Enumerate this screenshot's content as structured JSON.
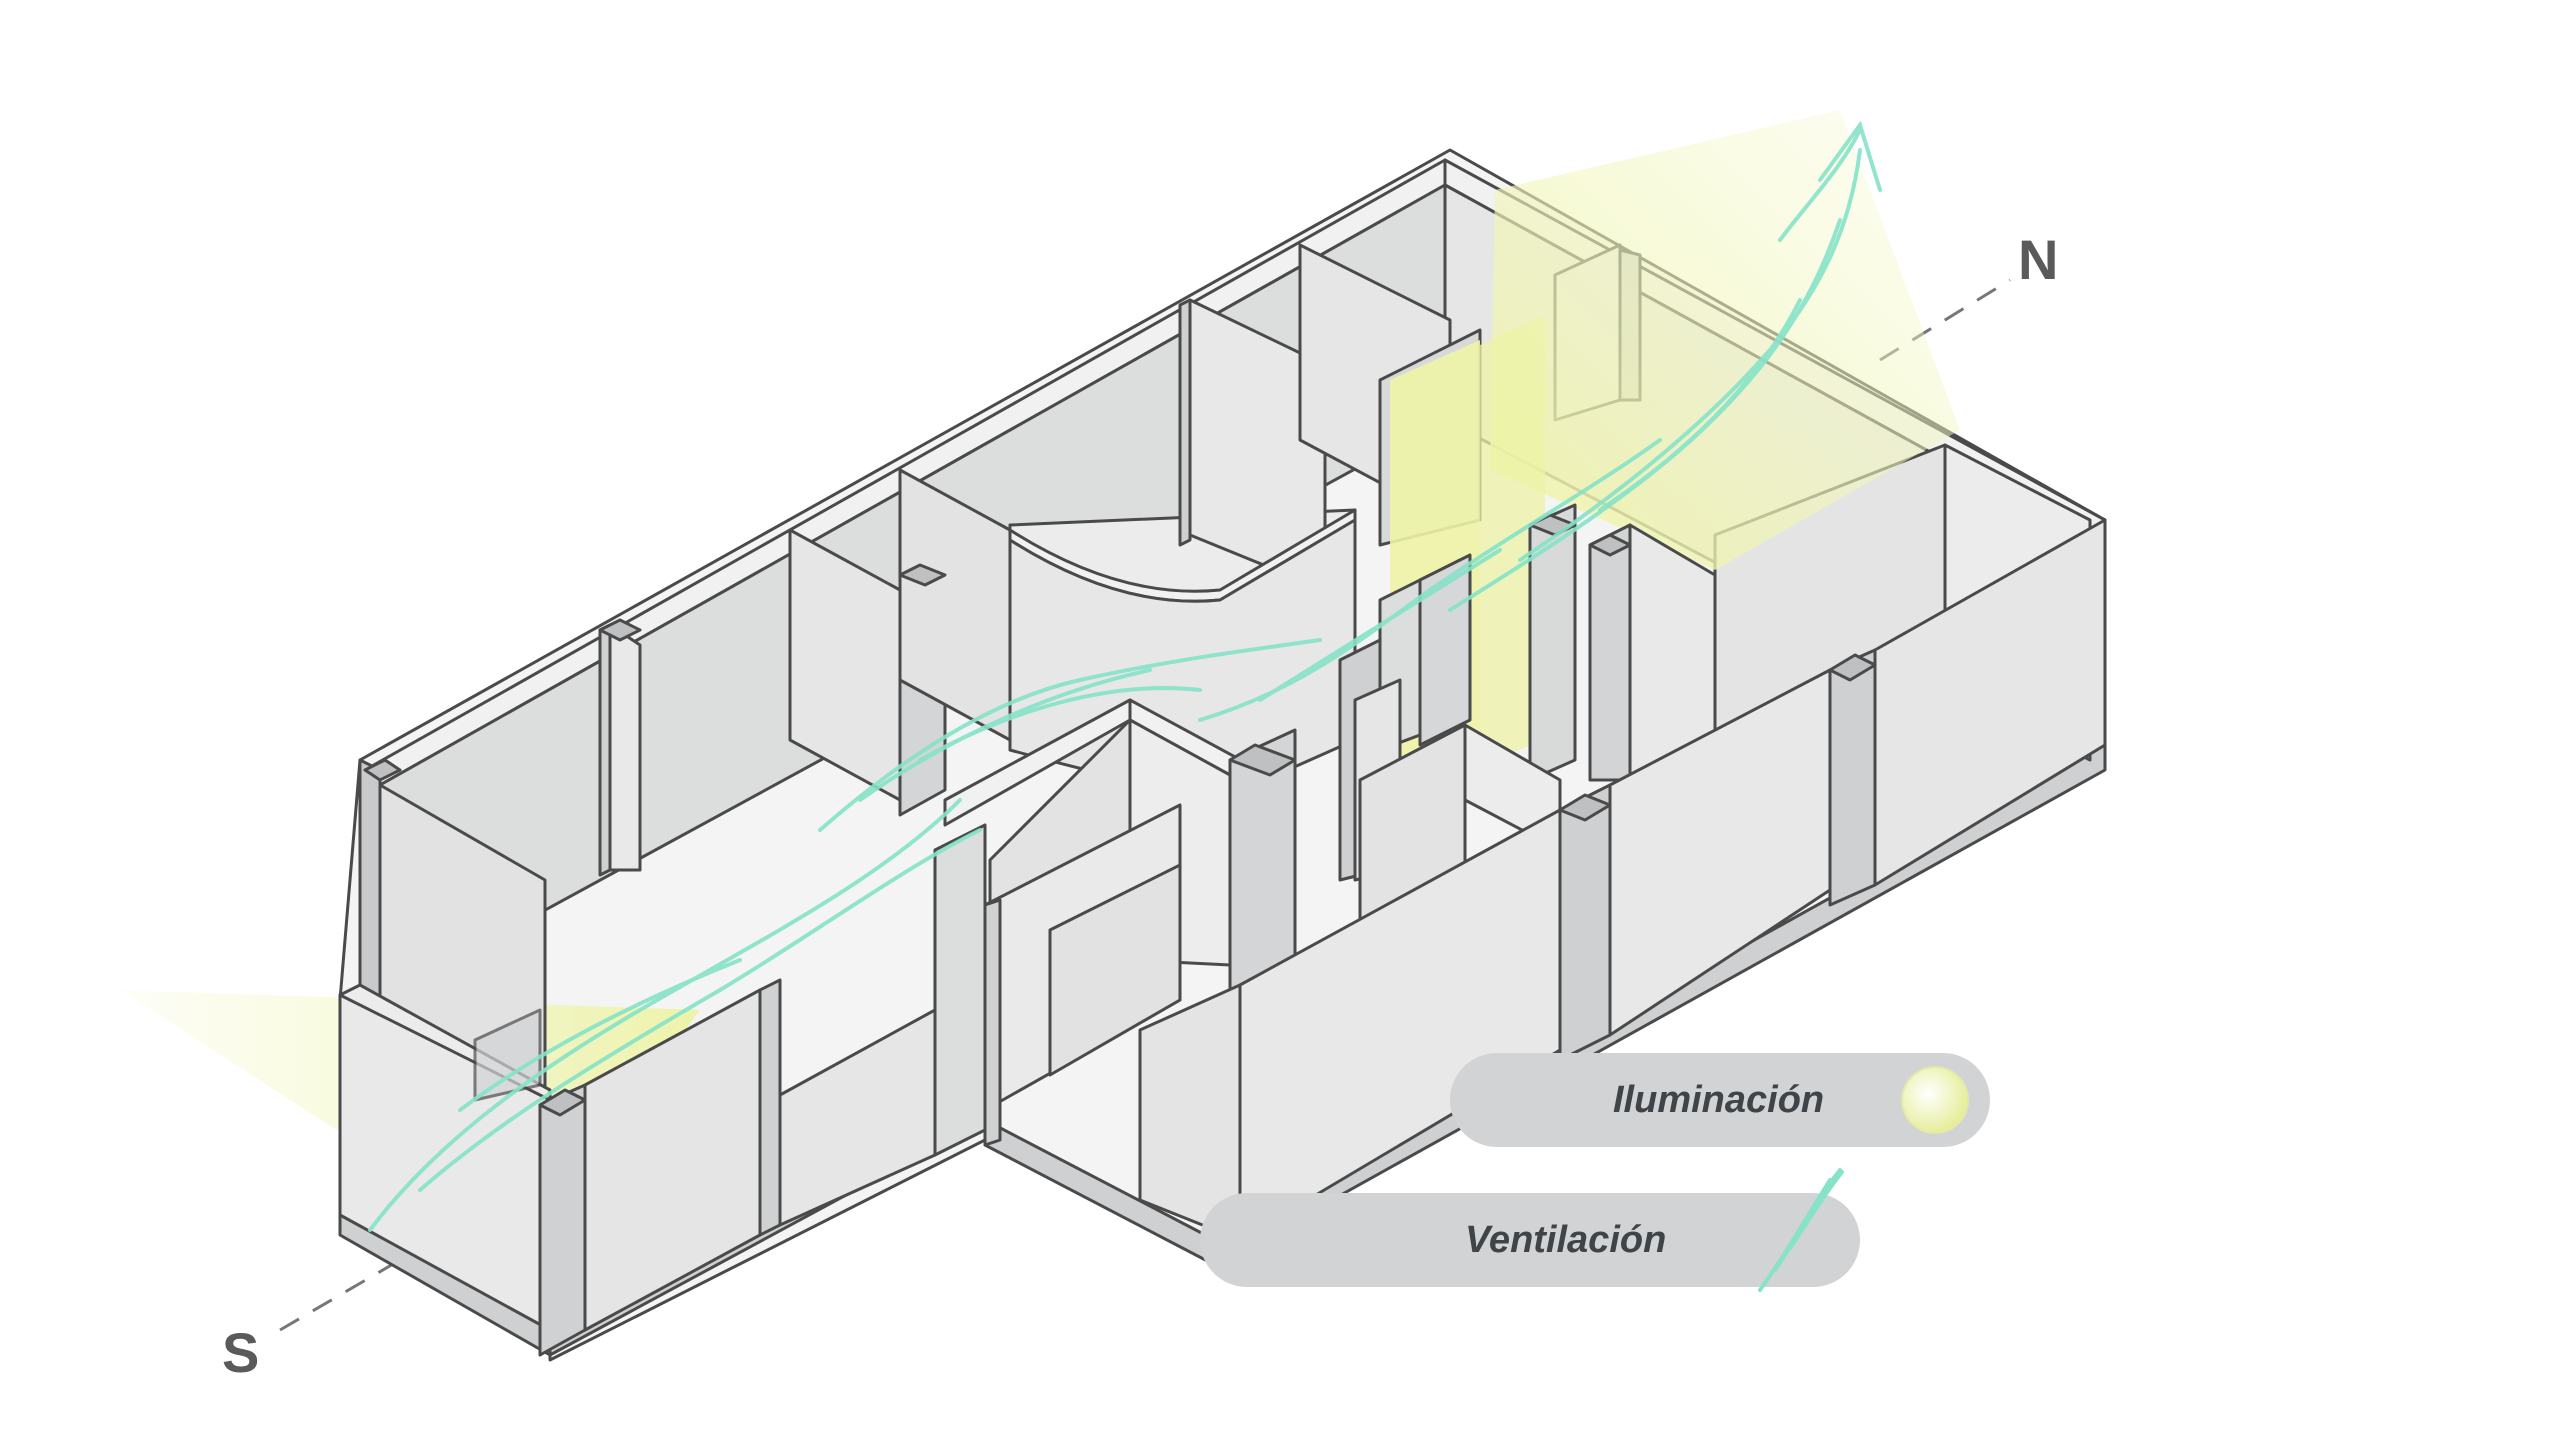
{
  "compass": {
    "north": "N",
    "south": "S"
  },
  "legend": [
    {
      "label": "Iluminación",
      "symbol": "light-disc-icon"
    },
    {
      "label": "Ventilación",
      "symbol": "wind-strokes-icon"
    }
  ],
  "colors": {
    "wall_side": "#d9dadb",
    "wall_top": "#f1f1f1",
    "floor": "#f4f4f4",
    "outline": "#4a4a4a",
    "light": "#eef3a6",
    "wind": "#86e3c8",
    "legend_pill": "#d2d3d4"
  }
}
